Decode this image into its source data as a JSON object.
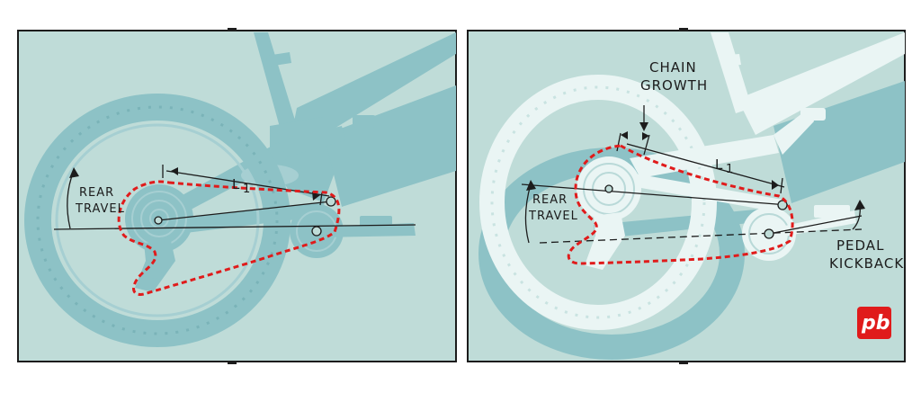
{
  "colors": {
    "panel_bg": "#bfdcd8",
    "bike": "#8dc2c6",
    "bike_dark": "#7ab3b8",
    "ghost": "#eaf5f4",
    "ink": "#1c1c1c",
    "chain": "#e01b1b",
    "logo": "#e01b1b"
  },
  "icons": [
    "rear-wheel-icon",
    "frame-icon",
    "crank-icon",
    "cassette-icon",
    "derailleur-icon"
  ],
  "left_panel": {
    "rear_travel": [
      "REAR",
      "TRAVEL"
    ],
    "length_label": "L",
    "length_sub": "1"
  },
  "right_panel": {
    "chain_growth": [
      "CHAIN",
      "GROWTH"
    ],
    "rear_travel": [
      "REAR",
      "TRAVEL"
    ],
    "length_label": "L",
    "length_sub": "1",
    "pedal_kickback": [
      "PEDAL",
      "KICKBACK"
    ]
  },
  "logo": {
    "text": "pb"
  }
}
